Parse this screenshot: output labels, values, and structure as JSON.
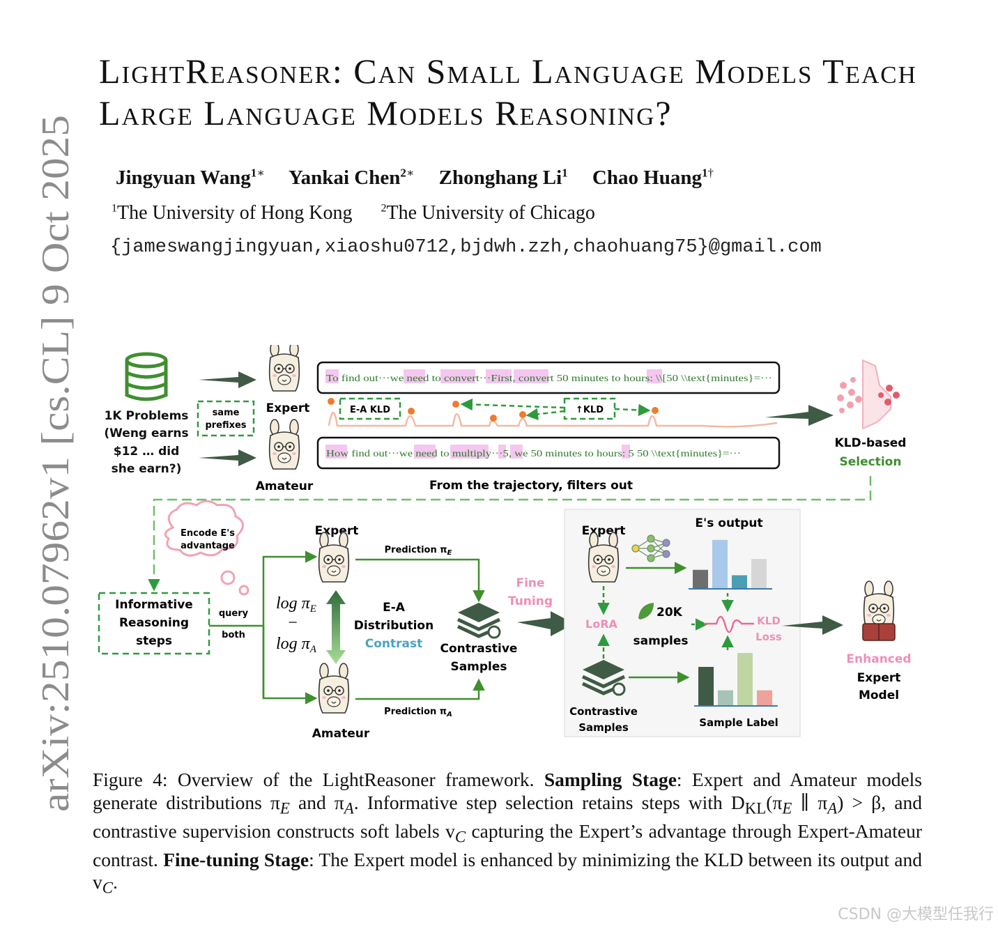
{
  "arxiv_id": "arXiv:2510.07962v1  [cs.CL]  9 Oct 2025",
  "title": "LightReasoner: Can Small Language Models Teach Large Language Models Reasoning?",
  "authors": [
    {
      "name": "Jingyuan Wang",
      "affil": "1",
      "mark": "∗"
    },
    {
      "name": "Yankai Chen",
      "affil": "2",
      "mark": "∗"
    },
    {
      "name": "Zhonghang Li",
      "affil": "1",
      "mark": ""
    },
    {
      "name": "Chao Huang",
      "affil": "1",
      "mark": "†"
    }
  ],
  "affiliations": [
    {
      "num": "1",
      "name": "The University of Hong Kong"
    },
    {
      "num": "2",
      "name": "The University of Chicago"
    }
  ],
  "emails": "{jameswangjingyuan,xiaoshu0712,bjdwh.zzh,chaohuang75}@gmail.com",
  "figure": {
    "sampling": {
      "problems_lines": [
        "1K Problems",
        "(Weng earns",
        "$12 … did",
        "she earn?)"
      ],
      "same_prefixes": [
        "same",
        "prefixes"
      ],
      "expert_label": "Expert",
      "amateur_label": "Amateur",
      "expert_text": "To find out···we need to convert···First, convert 50 minutes to hours: \\\\[50 \\\\text{minutes}=···",
      "amateur_text": "How find out···we need to multiply···5, we 50 minutes to hours: 5 50 \\\\text{minutes}=···",
      "ea_kld": "E-A KLD",
      "up_kld": "↑KLD",
      "filters_caption": "From the trajectory, filters out",
      "selection_line1": "KLD-based",
      "selection_line2": "Selection"
    },
    "contrast": {
      "thought_lines": [
        "Encode E's",
        "advantage"
      ],
      "informative_lines": [
        "Informative",
        "Reasoning",
        "steps"
      ],
      "query": "query",
      "both": "both",
      "expert_label": "Expert",
      "amateur_label": "Amateur",
      "prediction_expert": "Prediction π",
      "prediction_expert_sub": "E",
      "prediction_amateur": "Prediction π",
      "prediction_amateur_sub": "A",
      "log_e": "log π",
      "log_e_sub": "E",
      "minus": "−",
      "log_a": "log π",
      "log_a_sub": "A",
      "ea_lines": [
        "E-A",
        "Distribution",
        "Contrast"
      ],
      "contrastive_lines": [
        "Contrastive",
        "Samples"
      ],
      "fine_tuning_lines": [
        "Fine",
        "Tuning"
      ]
    },
    "finetune": {
      "expert_label": "Expert",
      "e_output": "E's output",
      "lora": "LoRA",
      "samples_count": "20K",
      "samples_word": "samples",
      "kld_loss_lines": [
        "KLD",
        "Loss"
      ],
      "contrastive_lines": [
        "Contrastive",
        "Samples"
      ],
      "sample_label": "Sample Label",
      "enhanced_lines": [
        "Enhanced",
        "Expert",
        "Model"
      ],
      "e_output_bars": [
        0.35,
        0.9,
        0.25,
        0.55
      ],
      "sample_label_bars": [
        0.7,
        0.28,
        0.95,
        0.28
      ]
    },
    "colors": {
      "dark_green": "#3f5a45",
      "green": "#3f8f2e",
      "dashed_green": "#2e9a3e",
      "pink": "#ef8fb5",
      "blue": "#4aa3c2",
      "highlight": "#f5c6ef"
    }
  },
  "caption": {
    "label": "Figure 4:",
    "intro": "Overview of the LightReasoner framework.",
    "sampling_title": "Sampling Stage",
    "sampling_text": ": Expert and Amateur models generate distributions π",
    "sampling_sub_e": "E",
    "sampling_and": " and π",
    "sampling_sub_a": "A",
    "sampling_text2": ". Informative step selection retains steps with D",
    "kl_sub": "KL",
    "kl_expr": "(π",
    "kl_e": "E",
    "kl_mid": " ∥ π",
    "kl_a": "A",
    "kl_end": ") > β, and contrastive supervision constructs soft labels v",
    "vc_sub": "C",
    "sampling_text3": " capturing the Expert’s advantage through Expert-Amateur contrast.",
    "finetune_title": "Fine-tuning Stage",
    "finetune_text": ": The Expert model is enhanced by minimizing the KLD between its output and v",
    "finetune_sub": "C",
    "finetune_end": "."
  },
  "watermark": "CSDN @大模型任我行"
}
